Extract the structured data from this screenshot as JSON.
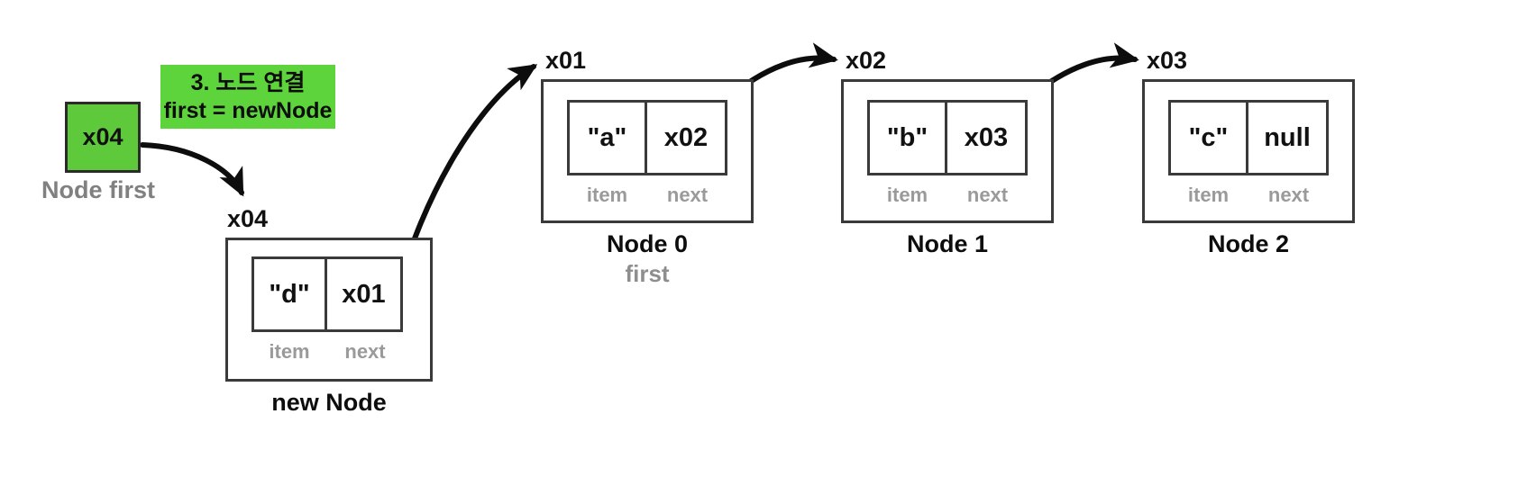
{
  "diagram": {
    "title": "Linked list node insertion at front",
    "colors": {
      "accent_green": "#5ec93b",
      "callout_green": "#5ed43c",
      "stroke": "#3a3a3a",
      "gray_label": "#8e8e8e",
      "text": "#111111"
    }
  },
  "pointer": {
    "name": "pointer-first",
    "value": "x04",
    "label": "Node first"
  },
  "callout": {
    "line1": "3. 노드 연결",
    "line2": "first = newNode"
  },
  "nodes": [
    {
      "id": "new-node",
      "address": "x04",
      "item": "\"d\"",
      "next": "x01",
      "item_label": "item",
      "next_label": "next",
      "caption": "new Node",
      "subcaption": ""
    },
    {
      "id": "node-0",
      "address": "x01",
      "item": "\"a\"",
      "next": "x02",
      "item_label": "item",
      "next_label": "next",
      "caption": "Node 0",
      "subcaption": "first"
    },
    {
      "id": "node-1",
      "address": "x02",
      "item": "\"b\"",
      "next": "x03",
      "item_label": "item",
      "next_label": "next",
      "caption": "Node 1",
      "subcaption": ""
    },
    {
      "id": "node-2",
      "address": "x03",
      "item": "\"c\"",
      "next": "null",
      "item_label": "item",
      "next_label": "next",
      "caption": "Node 2",
      "subcaption": ""
    }
  ],
  "arrows": [
    {
      "name": "arrow-first-to-new-node",
      "from": "pointer-first",
      "to": "new-node"
    },
    {
      "name": "arrow-new-node-next-to-node-0",
      "from": "new-node.next",
      "to": "node-0"
    },
    {
      "name": "arrow-node-0-next-to-node-1",
      "from": "node-0.next",
      "to": "node-1"
    },
    {
      "name": "arrow-node-1-next-to-node-2",
      "from": "node-1.next",
      "to": "node-2"
    }
  ]
}
